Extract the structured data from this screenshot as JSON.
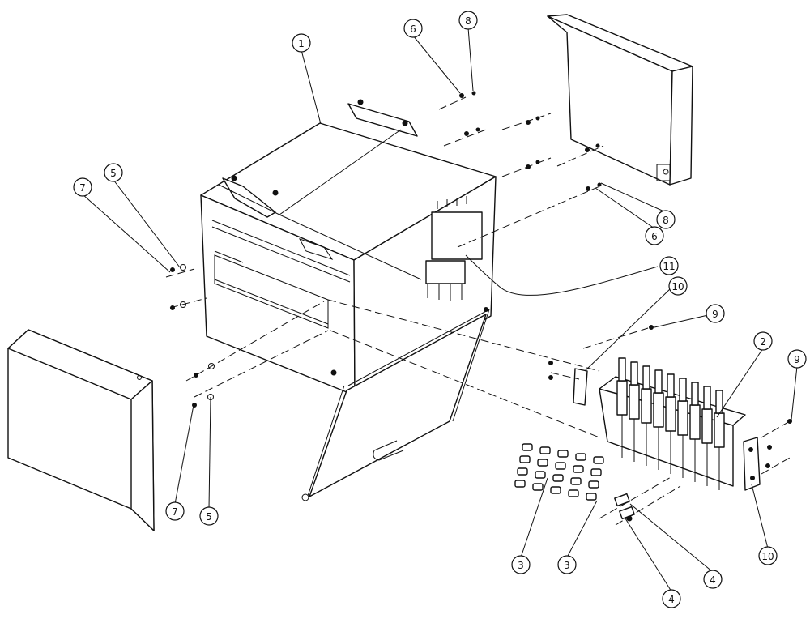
{
  "balloons": [
    {
      "label": "1"
    },
    {
      "label": "2"
    },
    {
      "label": "3"
    },
    {
      "label": "3"
    },
    {
      "label": "4"
    },
    {
      "label": "4"
    },
    {
      "label": "5"
    },
    {
      "label": "5"
    },
    {
      "label": "6"
    },
    {
      "label": "6"
    },
    {
      "label": "7"
    },
    {
      "label": "7"
    },
    {
      "label": "8"
    },
    {
      "label": "8"
    },
    {
      "label": "9"
    },
    {
      "label": "9"
    },
    {
      "label": "10"
    },
    {
      "label": "10"
    },
    {
      "label": "11"
    }
  ],
  "colors": {
    "line": "#111111",
    "background": "#ffffff"
  }
}
